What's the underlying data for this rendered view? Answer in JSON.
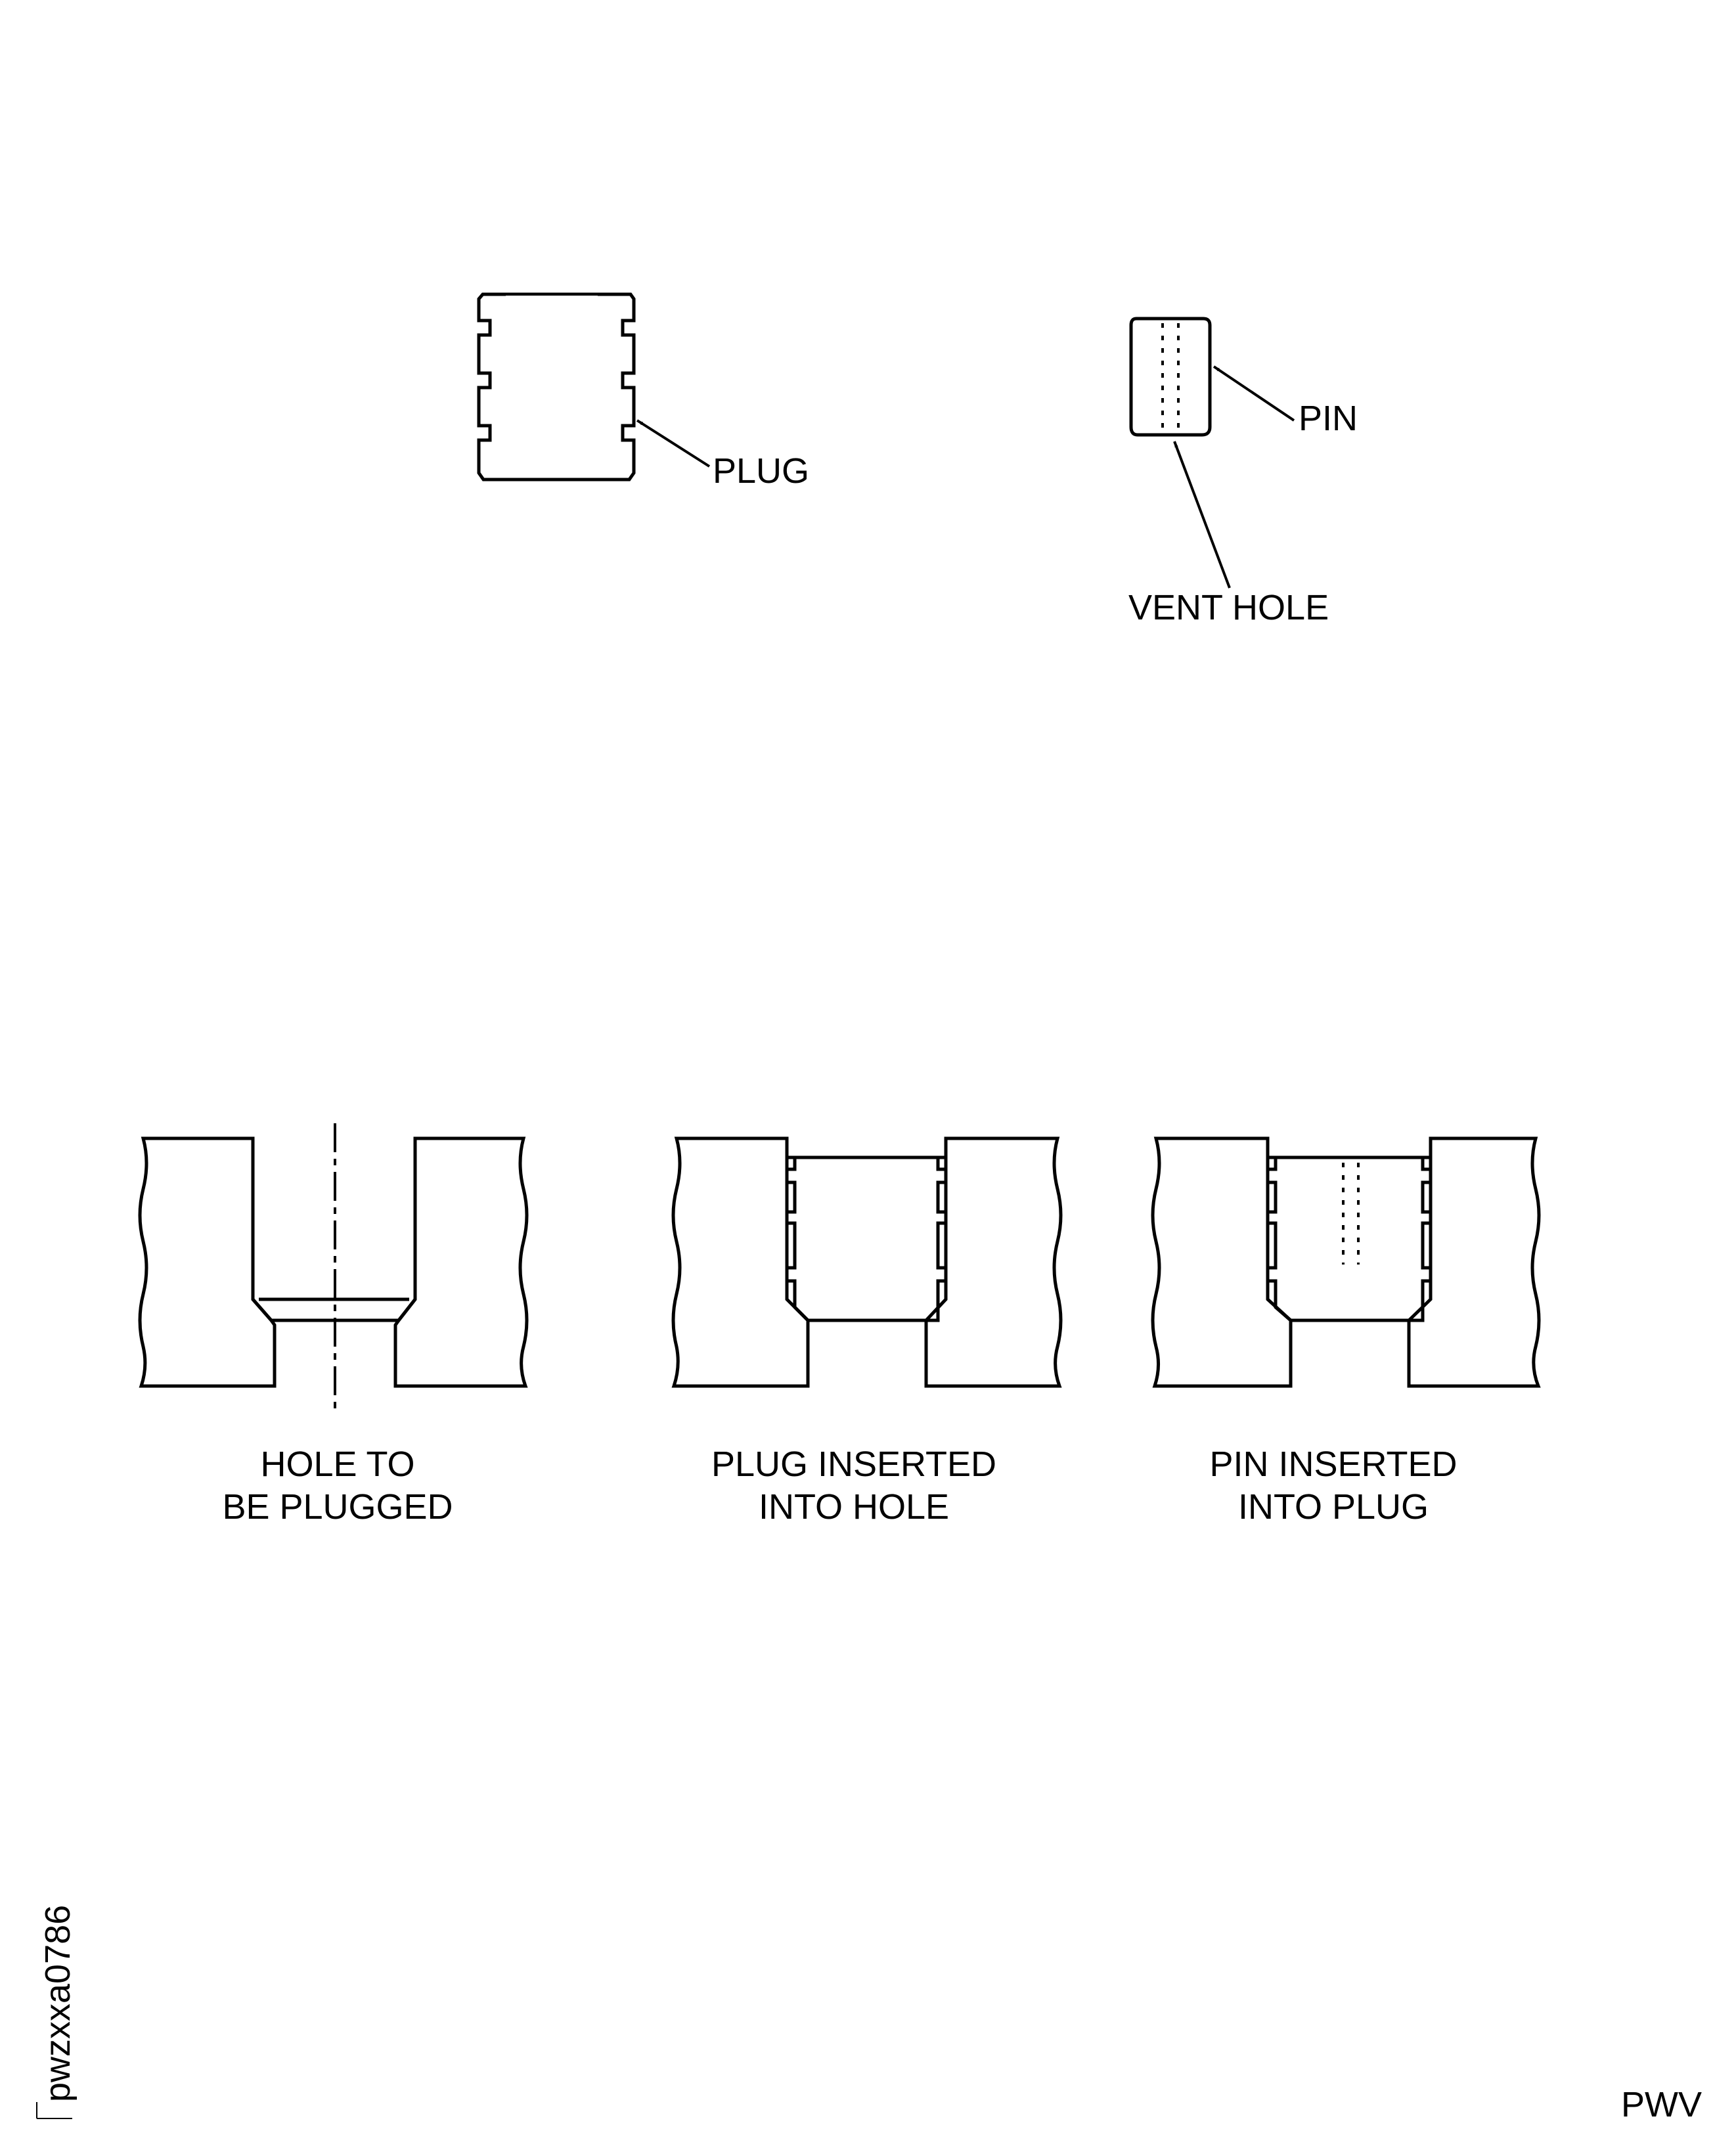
{
  "labels": {
    "plug": "PLUG",
    "pin": "PIN",
    "vent_hole": "VENT HOLE"
  },
  "captions": {
    "hole_line1": "HOLE TO",
    "hole_line2": "BE PLUGGED",
    "plug_line1": "PLUG INSERTED",
    "plug_line2": "INTO HOLE",
    "pin_line1": "PIN INSERTED",
    "pin_line2": "INTO PLUG"
  },
  "figure_id": "pwzxxa0786",
  "corner_mark": "PWV"
}
